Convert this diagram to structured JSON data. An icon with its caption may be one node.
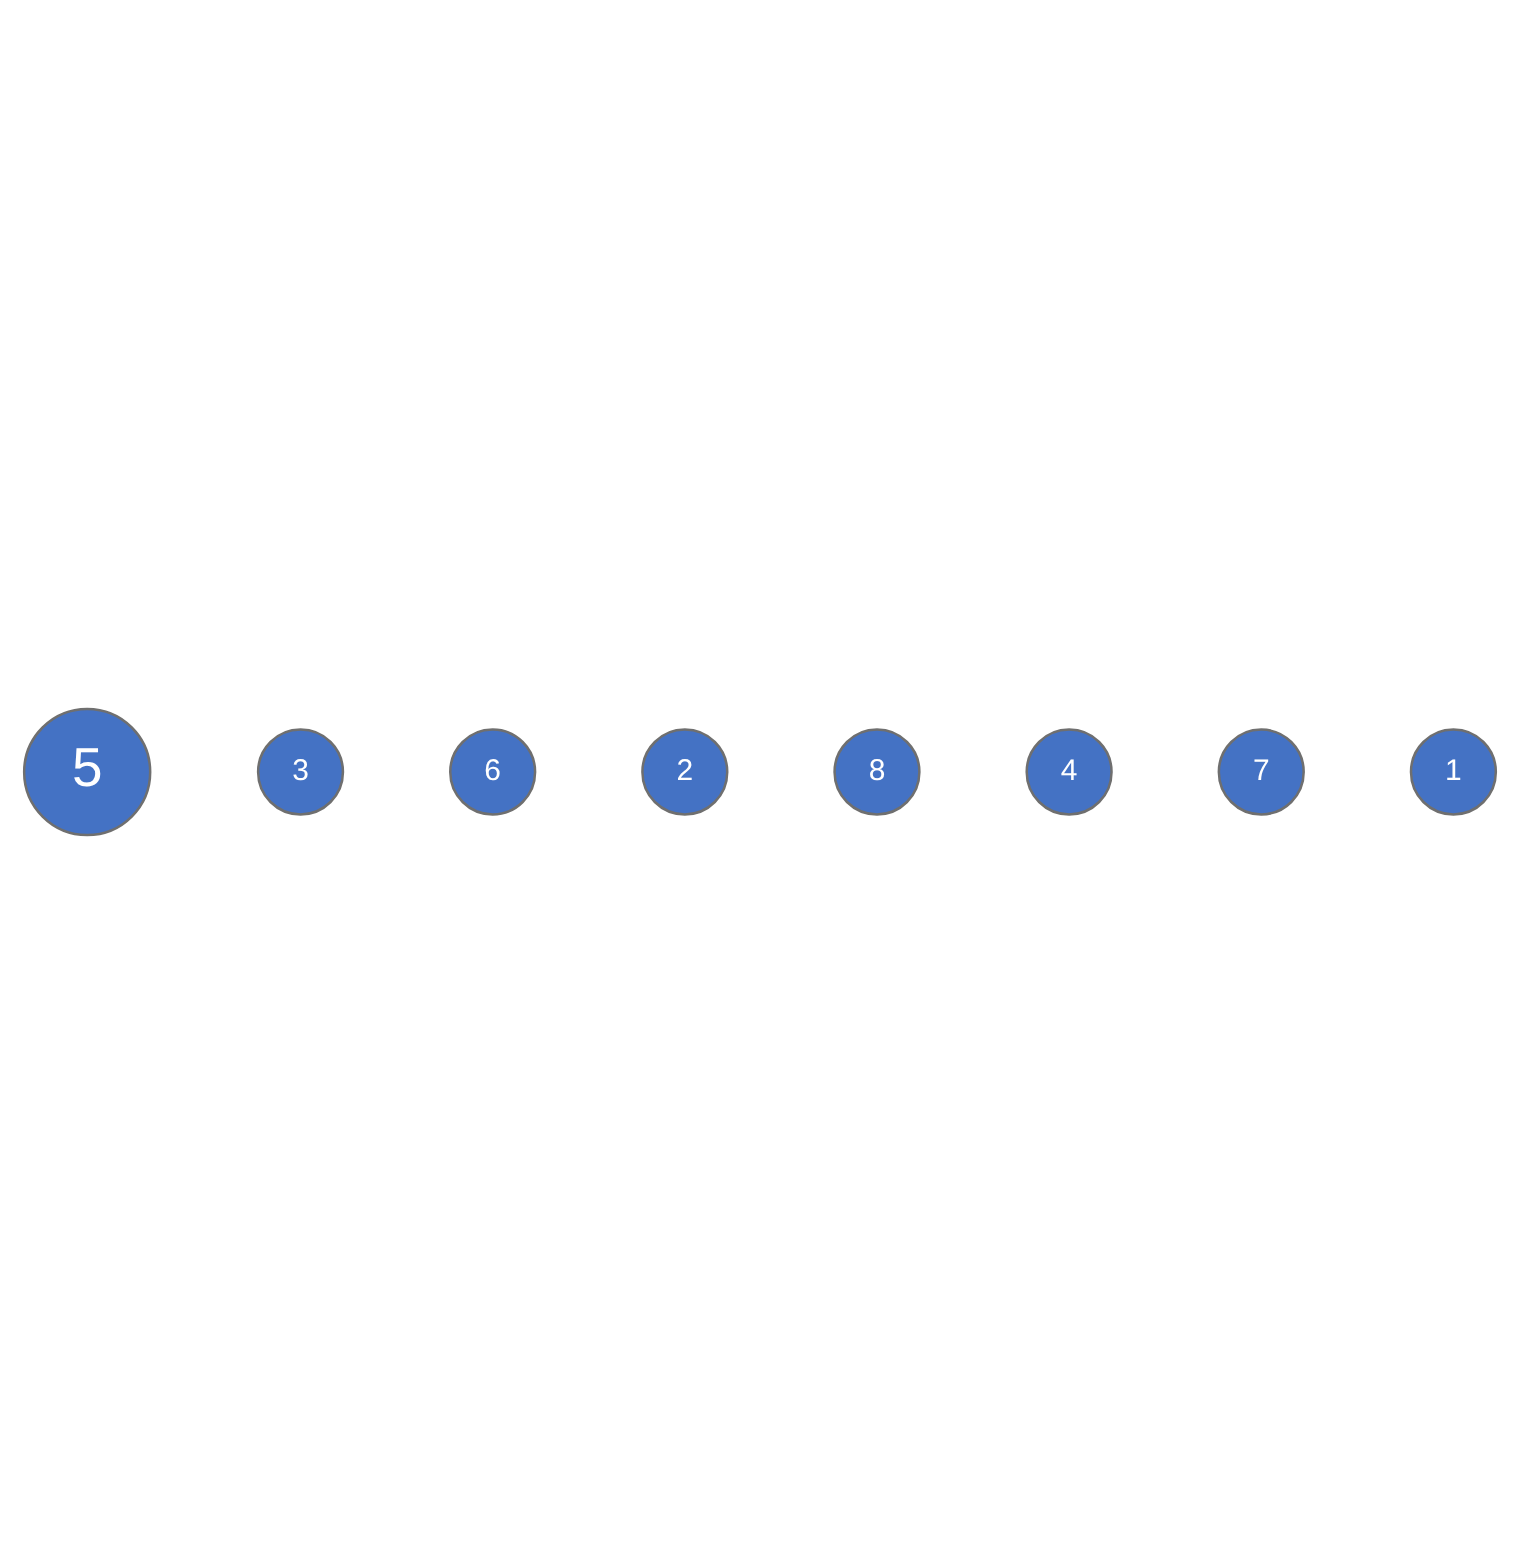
{
  "diagram": {
    "nodes": [
      {
        "text": [
          "5"
        ]
      },
      {
        "text": [
          "3"
        ]
      },
      {
        "text": [
          "6"
        ]
      },
      {
        "text": [
          "2"
        ]
      },
      {
        "text": [
          "8"
        ]
      },
      {
        "text": [
          "4"
        ]
      },
      {
        "text": [
          "7"
        ]
      },
      {
        "text": [
          "1"
        ]
      }
    ]
  }
}
